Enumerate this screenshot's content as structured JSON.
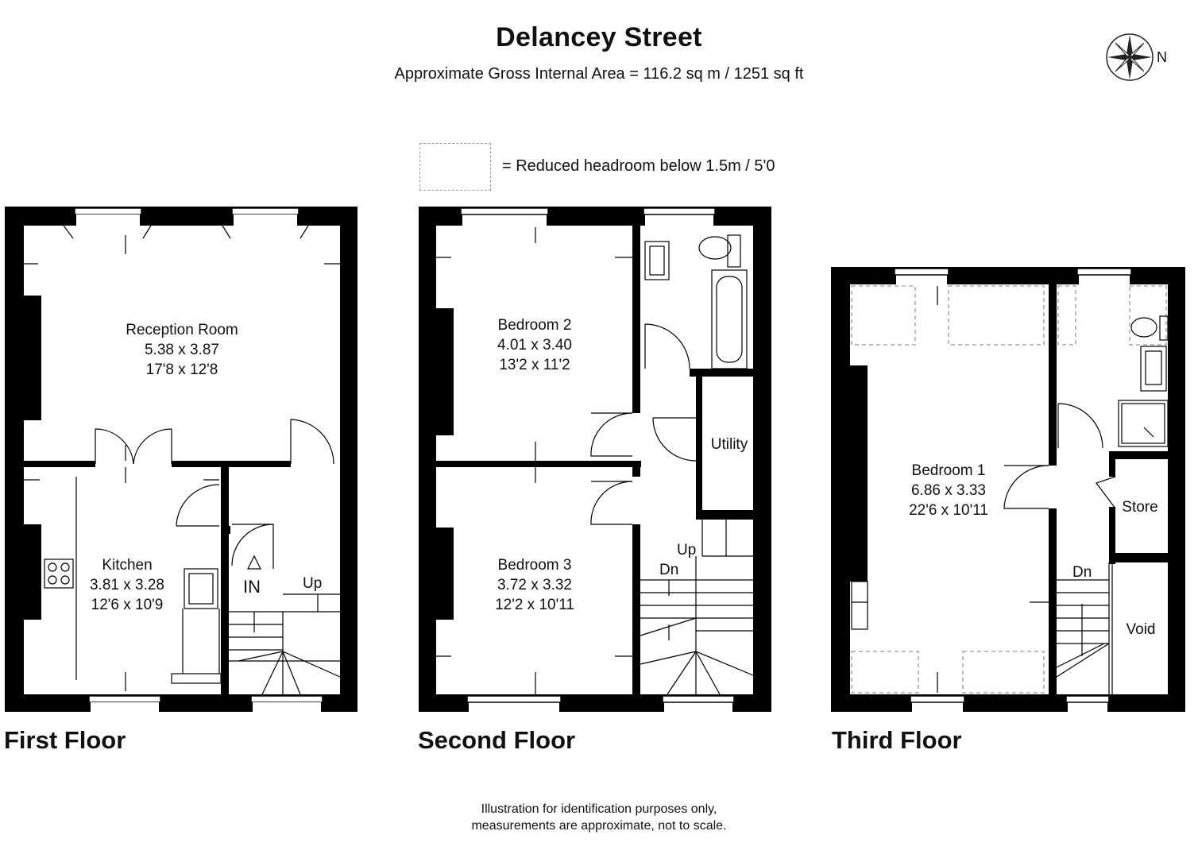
{
  "header": {
    "title": "Delancey Street",
    "subtitle": "Approximate Gross Internal Area = 116.2 sq m / 1251 sq ft"
  },
  "legend": {
    "text": "= Reduced headroom below 1.5m / 5'0"
  },
  "compass": {
    "label": "N"
  },
  "floors": {
    "first": {
      "label": "First Floor",
      "reception": {
        "name": "Reception Room",
        "metric": "5.38 x 3.87",
        "imperial": "17'8 x 12'8"
      },
      "kitchen": {
        "name": "Kitchen",
        "metric": "3.81 x 3.28",
        "imperial": "12'6 x 10'9"
      },
      "entrance": "IN",
      "stairs": "Up"
    },
    "second": {
      "label": "Second Floor",
      "bedroom2": {
        "name": "Bedroom 2",
        "metric": "4.01 x 3.40",
        "imperial": "13'2 x 11'2"
      },
      "bedroom3": {
        "name": "Bedroom 3",
        "metric": "3.72 x 3.32",
        "imperial": "12'2 x 10'11"
      },
      "utility": "Utility",
      "stairs_up": "Up",
      "stairs_down": "Dn"
    },
    "third": {
      "label": "Third Floor",
      "bedroom1": {
        "name": "Bedroom 1",
        "metric": "6.86 x 3.33",
        "imperial": "22'6 x 10'11"
      },
      "store": "Store",
      "void": "Void",
      "stairs_down": "Dn"
    }
  },
  "footer": {
    "line1": "Illustration for identification purposes only,",
    "line2": "measurements are approximate, not to scale."
  }
}
